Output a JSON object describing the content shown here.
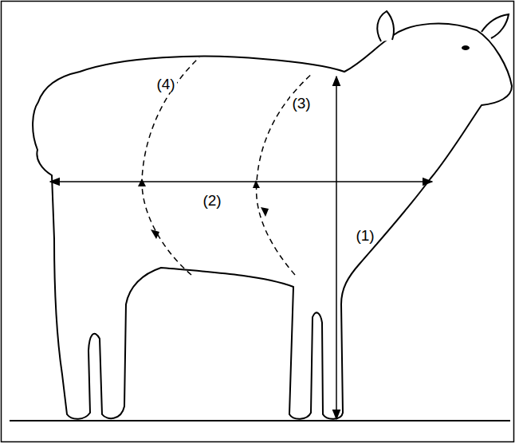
{
  "diagram": {
    "labels": [
      "(1)",
      "(2)",
      "(3)",
      "(4)"
    ]
  }
}
